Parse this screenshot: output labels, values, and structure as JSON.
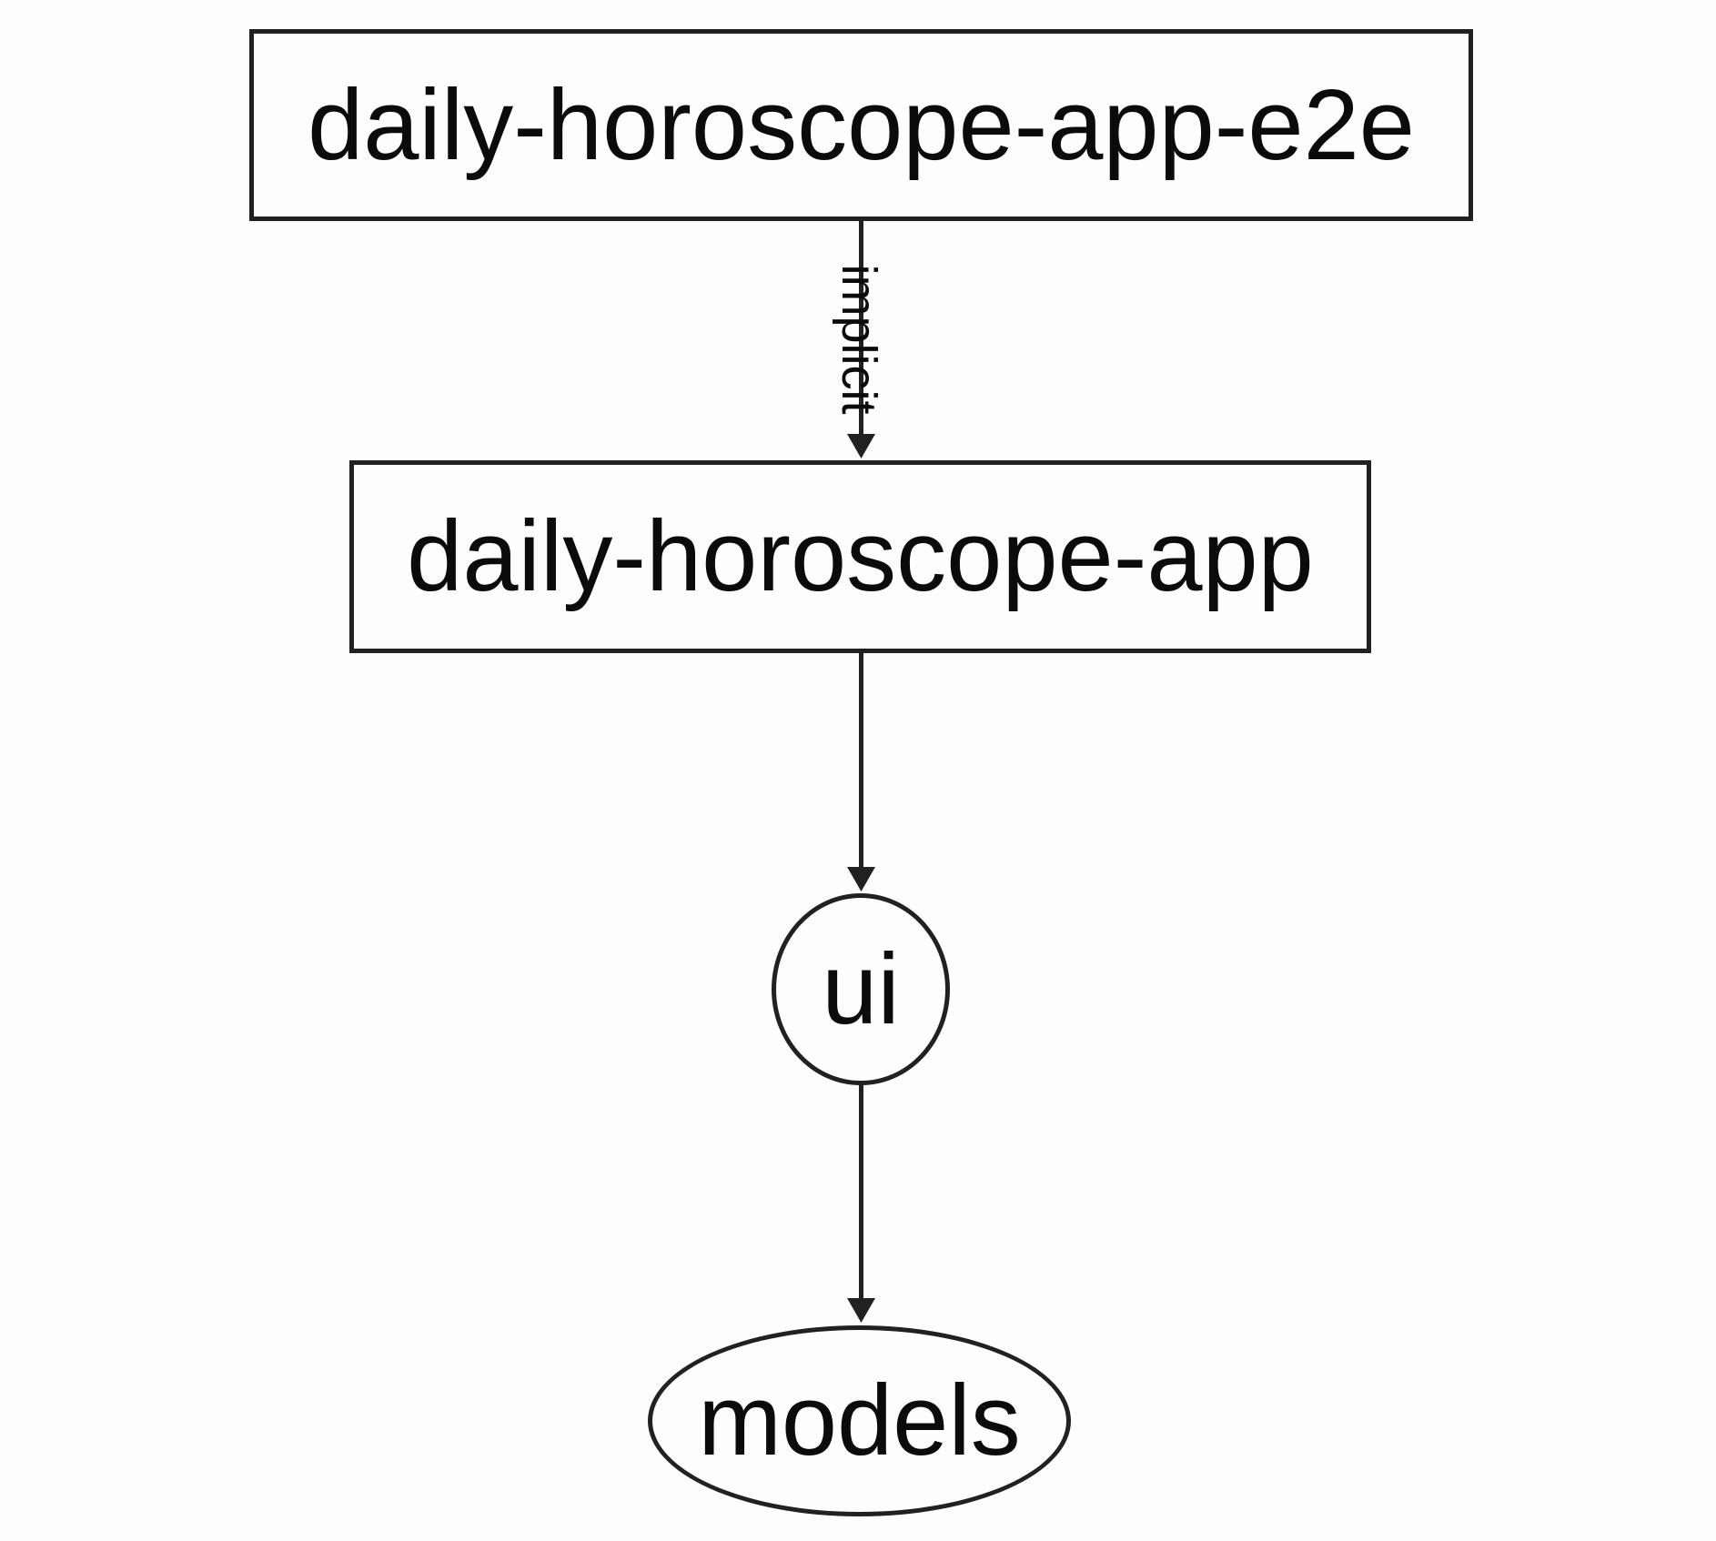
{
  "graph": {
    "colors": {
      "background": "#fdfdfd",
      "stroke": "#212121",
      "text": "#0b0b0b"
    },
    "nodes": [
      {
        "label": "daily-horoscope-app-e2e",
        "shape": "rectangle"
      },
      {
        "label": "daily-horoscope-app",
        "shape": "rectangle"
      },
      {
        "label": "ui",
        "shape": "ellipse"
      },
      {
        "label": "models",
        "shape": "ellipse"
      }
    ],
    "edges": [
      {
        "from": "daily-horoscope-app-e2e",
        "to": "daily-horoscope-app",
        "label": "implicit"
      },
      {
        "from": "daily-horoscope-app",
        "to": "ui",
        "label": ""
      },
      {
        "from": "ui",
        "to": "models",
        "label": ""
      }
    ]
  }
}
